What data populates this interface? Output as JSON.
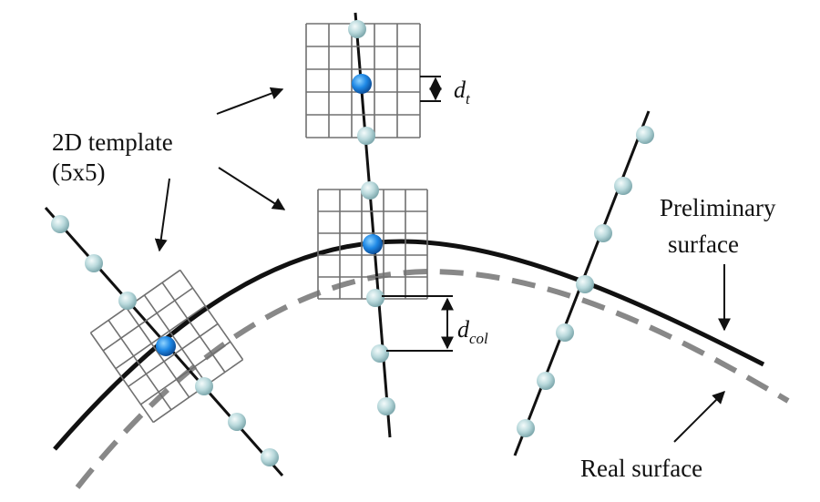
{
  "labels": {
    "template_line1": "2D template",
    "template_line2": "(5x5)",
    "preliminary_line1": "Preliminary",
    "preliminary_line2": "surface",
    "real_surface": "Real surface",
    "dt_symbol": "d",
    "dt_subscript": "t",
    "dcol_symbol": "d",
    "dcol_subscript": "col"
  },
  "template_grid_size": "5x5",
  "colors": {
    "node_light": "#b9d9dc",
    "node_active": "#1e88e5",
    "preliminary_surface": "#111111",
    "real_surface": "#888888",
    "grid": "#707070"
  }
}
